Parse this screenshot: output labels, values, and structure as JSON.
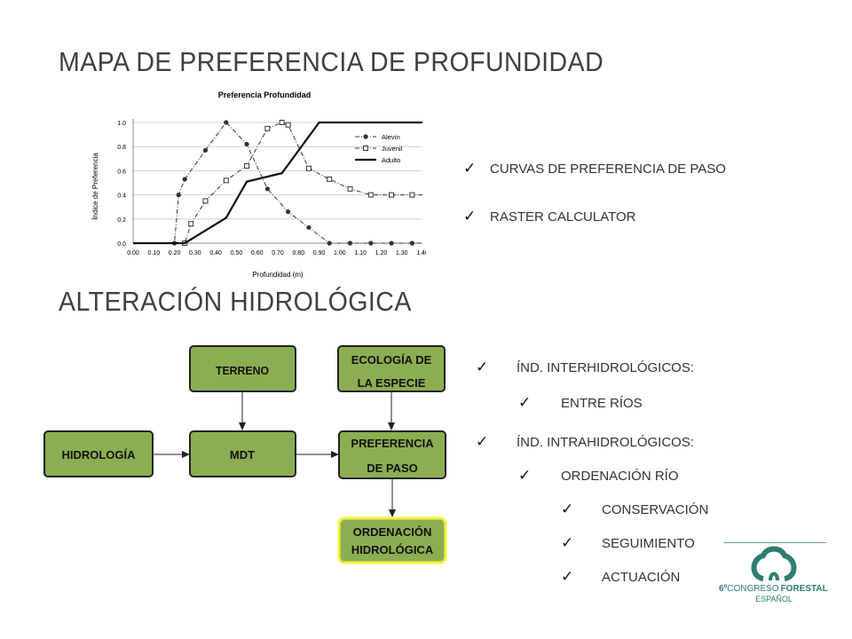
{
  "slide": {
    "title_depth": "MAPA DE PREFERENCIA DE PROFUNDIDAD",
    "title_hydro": "ALTERACIÓN HIDROLÓGICA"
  },
  "bullets_top": [
    "CURVAS DE PREFERENCIA DE PASO",
    "RASTER CALCULATOR"
  ],
  "bullets_bottom": [
    {
      "text": "ÍND. INTERHIDROLÓGICOS:",
      "level": 0
    },
    {
      "text": "ENTRE RÍOS",
      "level": 1
    },
    {
      "text": "ÍND. INTRAHIDROLÓGICOS:",
      "level": 0
    },
    {
      "text": "ORDENACIÓN RÍO",
      "level": 1
    },
    {
      "text": "CONSERVACIÓN",
      "level": 2
    },
    {
      "text": "SEGUIMIENTO",
      "level": 2
    },
    {
      "text": "ACTUACIÓN",
      "level": 2
    }
  ],
  "flowchart": {
    "terreno": "TERRENO",
    "ecologia_1": "ECOLOGÍA DE",
    "ecologia_2": "LA ESPECIE",
    "hidrologia": "HIDROLOGÍA",
    "mdt": "MDT",
    "preferencia_1": "PREFERENCIA",
    "preferencia_2": "DE PASO",
    "ordenacion_1": "ORDENACIÓN",
    "ordenacion_2": "HIDROLÓGICA",
    "box_color": "#8cae52",
    "highlight_border": "#f4f236"
  },
  "logo": {
    "line1_prefix": "6º",
    "line1_a": "CONGRESO",
    "line1_b": "FORESTAL",
    "line2": "ESPAÑOL",
    "color": "#2e7d6e"
  },
  "chart_data": {
    "type": "line",
    "title": "Preferencia Profundidad",
    "xlabel": "Profundidad (m)",
    "ylabel": "Índice de Preferencia",
    "xlim": [
      0,
      1.4
    ],
    "ylim": [
      0,
      1
    ],
    "x_ticks": [
      "0.00",
      "0.10",
      "0.20",
      "0.30",
      "0.40",
      "0.50",
      "0.60",
      "0.70",
      "0.80",
      "0.90",
      "1.00",
      "1.10",
      "1.20",
      "1.30",
      "1.40"
    ],
    "y_ticks": [
      "0.0",
      "0.2",
      "0.4",
      "0.6",
      "0.8",
      "1.0"
    ],
    "grid": true,
    "legend_position": "top-right",
    "series": [
      {
        "name": "Alevín",
        "style": "dashdot-filled-circle",
        "x": [
          0.0,
          0.2,
          0.22,
          0.25,
          0.35,
          0.45,
          0.55,
          0.65,
          0.75,
          0.85,
          0.95,
          1.05,
          1.15,
          1.25,
          1.35,
          1.4
        ],
        "y": [
          0.0,
          0.0,
          0.4,
          0.53,
          0.77,
          1.0,
          0.82,
          0.45,
          0.26,
          0.13,
          0.0,
          0.0,
          0.0,
          0.0,
          0.0,
          0.0
        ]
      },
      {
        "name": "Juvenil",
        "style": "dashdot-open-square",
        "x": [
          0.0,
          0.25,
          0.28,
          0.35,
          0.45,
          0.55,
          0.65,
          0.72,
          0.75,
          0.85,
          0.95,
          1.05,
          1.15,
          1.25,
          1.35,
          1.4
        ],
        "y": [
          0.0,
          0.0,
          0.16,
          0.35,
          0.52,
          0.64,
          0.95,
          1.0,
          0.98,
          0.62,
          0.53,
          0.45,
          0.4,
          0.4,
          0.4,
          0.4
        ]
      },
      {
        "name": "Adulto",
        "style": "solid",
        "x": [
          0.0,
          0.25,
          0.45,
          0.55,
          0.72,
          0.9,
          1.4
        ],
        "y": [
          0.0,
          0.0,
          0.21,
          0.51,
          0.58,
          1.0,
          1.0
        ]
      }
    ]
  }
}
